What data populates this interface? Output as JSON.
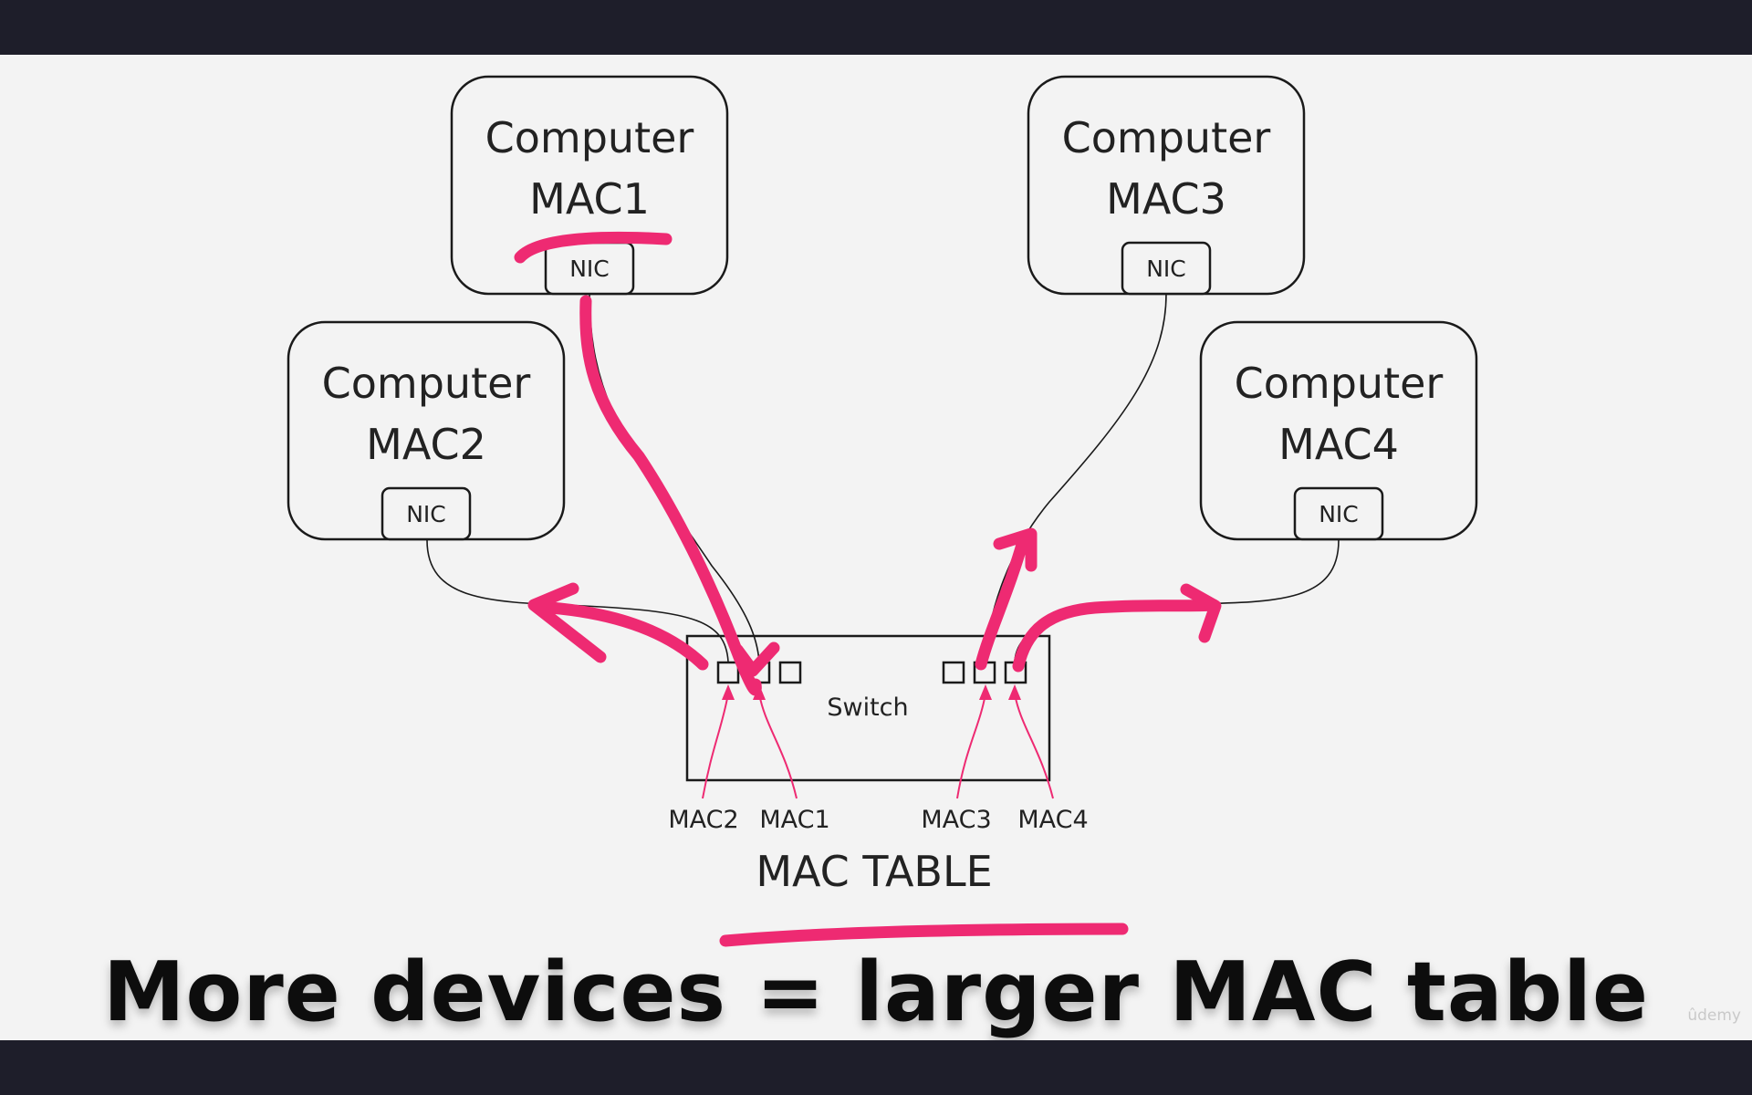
{
  "computers": [
    {
      "label": "Computer",
      "mac": "MAC1",
      "nic": "NIC"
    },
    {
      "label": "Computer",
      "mac": "MAC2",
      "nic": "NIC"
    },
    {
      "label": "Computer",
      "mac": "MAC3",
      "nic": "NIC"
    },
    {
      "label": "Computer",
      "mac": "MAC4",
      "nic": "NIC"
    }
  ],
  "switch": {
    "label": "Switch"
  },
  "port_labels": [
    "MAC2",
    "MAC1",
    "MAC3",
    "MAC4"
  ],
  "table_title": "MAC TABLE",
  "caption": "More devices = larger MAC table",
  "watermark": "ûdemy",
  "colors": {
    "annotation": "#ee2a72",
    "stroke": "#1a1a1a",
    "background": "#f3f3f3",
    "letterbox": "#1e1e2a"
  }
}
